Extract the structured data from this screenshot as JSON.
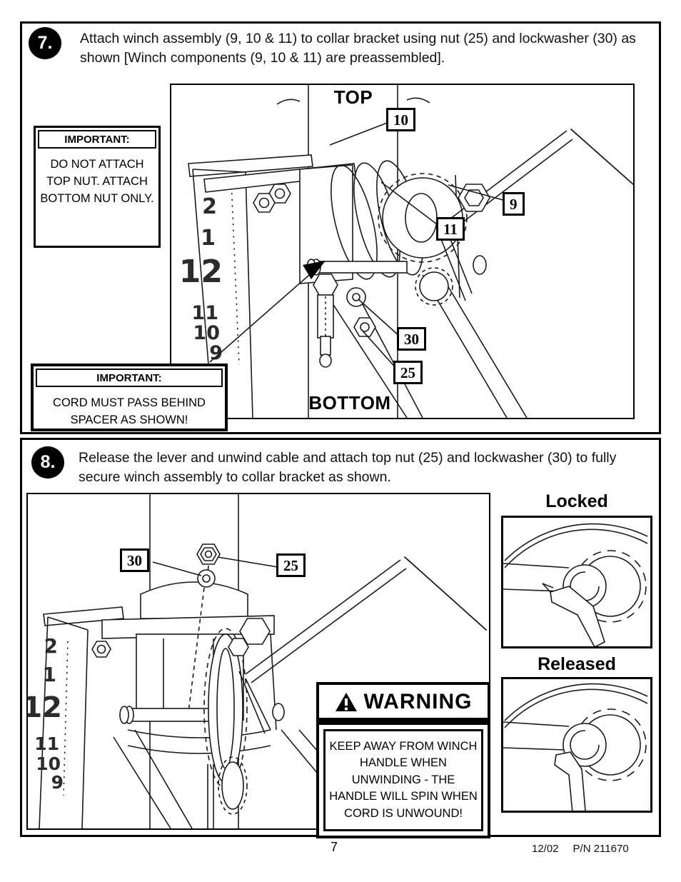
{
  "ink": "#000000",
  "paper": "#ffffff",
  "steps": {
    "step7": {
      "badge": "7.",
      "text": "Attach winch assembly (9, 10 & 11) to collar bracket using nut (25) and lockwasher (30) as shown [Winch components (9, 10 & 11) are preassembled]."
    },
    "step8": {
      "badge": "8.",
      "text": "Release the lever and unwind cable and attach top nut (25) and lockwasher (30) to fully secure winch assembly to collar bracket as shown."
    }
  },
  "important_top": {
    "title": "IMPORTANT:",
    "body": "DO NOT ATTACH TOP NUT. ATTACH BOTTOM NUT ONLY."
  },
  "important_cord": {
    "title": "IMPORTANT:",
    "body": "CORD MUST PASS BEHIND SPACER AS SHOWN!"
  },
  "diagram1": {
    "top_label": "TOP",
    "bottom_label": "BOTTOM",
    "callout_10": "10",
    "callout_9": "9",
    "callout_11": "11",
    "callout_30": "30",
    "callout_25": "25"
  },
  "diagram2": {
    "callout_30": "30",
    "callout_25": "25"
  },
  "ruler_numbers": [
    "2",
    "1",
    "12",
    "11",
    "10",
    "9"
  ],
  "warning": {
    "title": "WARNING",
    "body": "KEEP AWAY FROM WINCH HANDLE WHEN UNWINDING - THE HANDLE WILL SPIN WHEN CORD IS UNWOUND!"
  },
  "ratchet_panels": {
    "locked_label": "Locked",
    "released_label": "Released"
  },
  "footer": {
    "page_number": "7",
    "date": "12/02",
    "part_number": "P/N 211670"
  }
}
